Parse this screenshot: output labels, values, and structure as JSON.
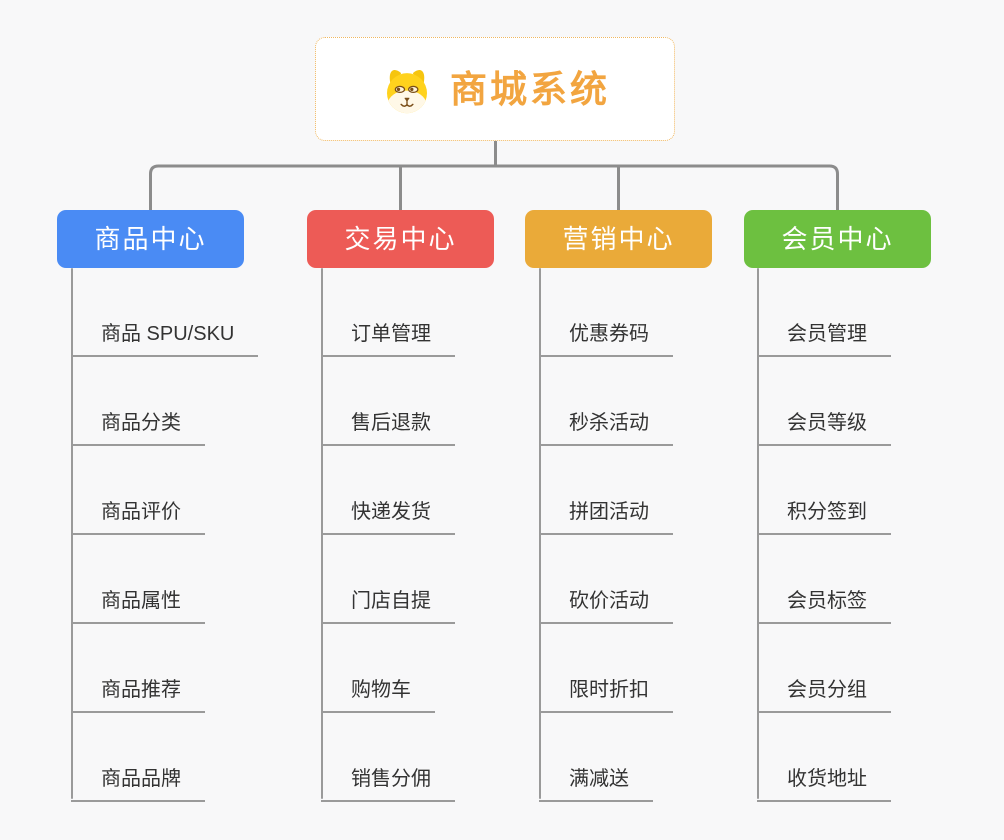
{
  "root": {
    "title": "商城系统",
    "icon": "dog-face-icon"
  },
  "branches": [
    {
      "label": "商品中心",
      "color": "#4a8bf4",
      "items": [
        "商品 SPU/SKU",
        "商品分类",
        "商品评价",
        "商品属性",
        "商品推荐",
        "商品品牌"
      ]
    },
    {
      "label": "交易中心",
      "color": "#ed5b56",
      "items": [
        "订单管理",
        "售后退款",
        "快递发货",
        "门店自提",
        "购物车",
        "销售分佣"
      ]
    },
    {
      "label": "营销中心",
      "color": "#eaaa39",
      "items": [
        "优惠券码",
        "秒杀活动",
        "拼团活动",
        "砍价活动",
        "限时折扣",
        "满减送"
      ]
    },
    {
      "label": "会员中心",
      "color": "#6dc040",
      "items": [
        "会员管理",
        "会员等级",
        "积分签到",
        "会员标签",
        "会员分组",
        "收货地址"
      ]
    }
  ],
  "colors": {
    "background": "#f8f8f9",
    "connector": "#8c8c8c",
    "leaf_line": "#9a9a9a",
    "root_title": "#f2a540",
    "root_border": "#f0b861",
    "leaf_text": "#333333"
  }
}
